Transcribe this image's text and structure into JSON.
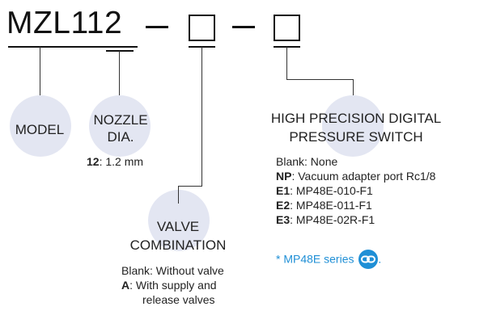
{
  "model_code": {
    "base": "MZL112",
    "separator": "—"
  },
  "fields": {
    "model": {
      "label": "MODEL"
    },
    "nozzle": {
      "label_line1": "NOZZLE",
      "label_line2": "DIA.",
      "options": [
        {
          "code": "12",
          "desc": ": 1.2 mm"
        }
      ]
    },
    "valve": {
      "label_line1": "VALVE",
      "label_line2": "COMBINATION",
      "options": [
        {
          "code": "Blank",
          "desc": ": Without valve"
        },
        {
          "code": "A",
          "desc": ": With supply and"
        },
        {
          "code": "",
          "desc": "release valves"
        }
      ]
    },
    "switch": {
      "label_line1": "HIGH PRECISION DIGITAL",
      "label_line2": "PRESSURE SWITCH",
      "options": [
        {
          "code": "Blank",
          "desc": ": None"
        },
        {
          "code": "NP",
          "desc": ": Vacuum adapter port Rc1/8"
        },
        {
          "code": "E1",
          "desc": ": MP48E-010-F1"
        },
        {
          "code": "E2",
          "desc": ": MP48E-011-F1"
        },
        {
          "code": "E3",
          "desc": ": MP48E-02R-F1"
        }
      ],
      "series_link_text": "* MP48E series",
      "series_link_suffix": "."
    }
  },
  "colors": {
    "circle": "#e3e6f2",
    "link": "#1f8fd6",
    "text": "#222222"
  },
  "icons": {
    "series_link": "link-icon"
  }
}
